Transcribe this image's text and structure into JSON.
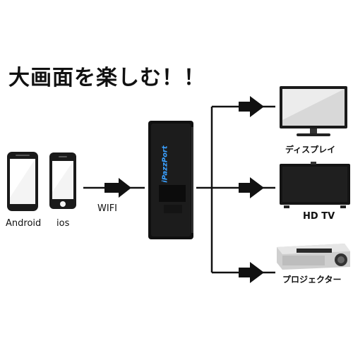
{
  "headline": "大画面を楽しむ！！",
  "phones": [
    {
      "label": "Android",
      "icon": "android-phone-icon"
    },
    {
      "label": "ios",
      "icon": "iphone-icon"
    }
  ],
  "connection_label": "WIFI",
  "dongle_brand": "iPazzPort",
  "outputs": [
    {
      "label": "ディスプレイ",
      "icon": "monitor-icon"
    },
    {
      "label": "HD TV",
      "icon": "tv-icon"
    },
    {
      "label": "プロジェクター",
      "icon": "projector-icon"
    }
  ],
  "colors": {
    "dongle_text": "#3aa0ff",
    "line": "#111111"
  }
}
